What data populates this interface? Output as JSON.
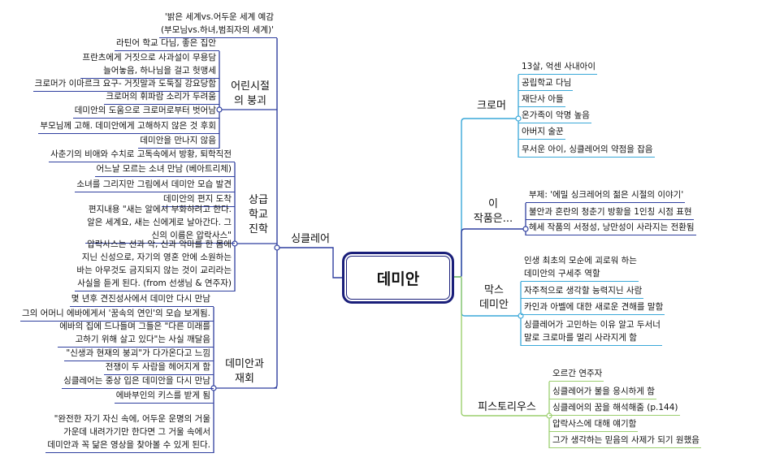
{
  "center": "데미안",
  "colors": {
    "dark_blue": "#2f3f9f",
    "light_blue": "#3aa8d8",
    "green": "#9ccf6f",
    "center_border": "#1a1f7a"
  },
  "left": {
    "label": "싱클레어",
    "intro": "'밝은 세계vs.어두운 세계 예감\n(부모님vs.하녀,범죄자의 세계)'",
    "branches": [
      {
        "label": "어린시절\n의 붕괴",
        "items": [
          "라틴어 학교 다님, 좋은 집안",
          "프란츠에게 거짓으로 사과설이 무용담\n늘어놓음, 하나님을 걸고 헛맹세",
          "크로머가 이마르크 요구- 거짓말과 도둑질 강요당함",
          "크로머의 휘파람 소리가 두려움",
          "데미안의 도움으로 크로머로부터 벗어남",
          "부모님께 고해. 데미안에게 고해하지 않은 것 후회",
          "데미안을 만나지 않음"
        ]
      },
      {
        "label": "상급\n학교\n진학",
        "items": [
          "사춘기의 비애와 수치로 고독속에서 방황, 퇴학직전",
          "어느날 모르는 소녀 만남 (베아트리체)",
          "소녀를 그리지만 그림에서 데미안 모습 발견",
          "데미안의 편지 도착",
          "편지내용 \"새는 알에서 부화하려고 한다.\n알은 세계요, 새는 신에게로 날아간다. 그\n신의 이름은 압락사스\"",
          "압락사스는 선과 악, 신과 악마를 한 몸에\n지닌 신성으로, 자기의 영혼 안에 소원하는\n바는 아무것도 금지되지 않는 것이 교리라는\n사실을 듣게 된다. (from 선생님 & 연주자)"
        ]
      },
      {
        "label": "데미안과\n재회",
        "items": [
          "몇 년후 견진성사에서 데미안 다시 만남",
          "그의 어머니 에바에게서 '꿈속의 연인'의 모습 보게됨.",
          "에바의 집에 드나들며 그들은 \"다른 미래를\n고하기 위해 살고 있다\"는 사실 깨달음",
          "\"신생과 현재의 붕괴\"가 다가온다고 느낌",
          "전쟁이 두 사람을 헤어지게 함",
          "싱클레어는 중상 입은 데미안을 다시 만남",
          "에바부인의 키스를 받게 됨",
          "\"완전한 자기 자신 속에, 어두운 운명의 거울\n가운데 내려가기만 한다면 그 거울 속에서\n데미안과 꼭 닮은 영상을 찾아볼 수 있게 된다."
        ]
      }
    ]
  },
  "right": {
    "branches": [
      {
        "label": "크로머",
        "items": [
          "13살, 억센 사내아이",
          "공립학교 다님",
          "재단사 아들",
          "온가족이 악명 높음",
          "아버지 술꾼",
          "무서운 아이, 싱클레어의 약점을 잡음"
        ]
      },
      {
        "label": "이\n작품은...",
        "items": [
          "부제: '에밀 싱크레어의 젊은 시절의 이야기'",
          "불안과 혼란의 청춘기 방황을 1인칭 시점 표현",
          "헤세 작품의 서정성, 낭만성이 사라지는 전환됨"
        ]
      },
      {
        "label": "막스\n데미안",
        "items": [
          "인생 최초의 모순에 괴로워 하는\n데미안의 구세주 역할",
          "자주적으로 생각할 능력지닌 사람",
          "카인과 아벨에 대한 새로운 견해를 말함",
          "싱클레어가 고민하는 이유 알고 두서너\n말로 크로마를 멀리 사라지게 함"
        ]
      },
      {
        "label": "피스토리우스",
        "items": [
          "오르간 연주자",
          "싱클레어가 불을 응시하게 함",
          "싱클레어의 꿈을 해석해줌 (p.144)",
          "압락사스에 대해 얘기함",
          "그가 생각하는 믿음의 사제가 되기 원했음"
        ]
      }
    ]
  }
}
